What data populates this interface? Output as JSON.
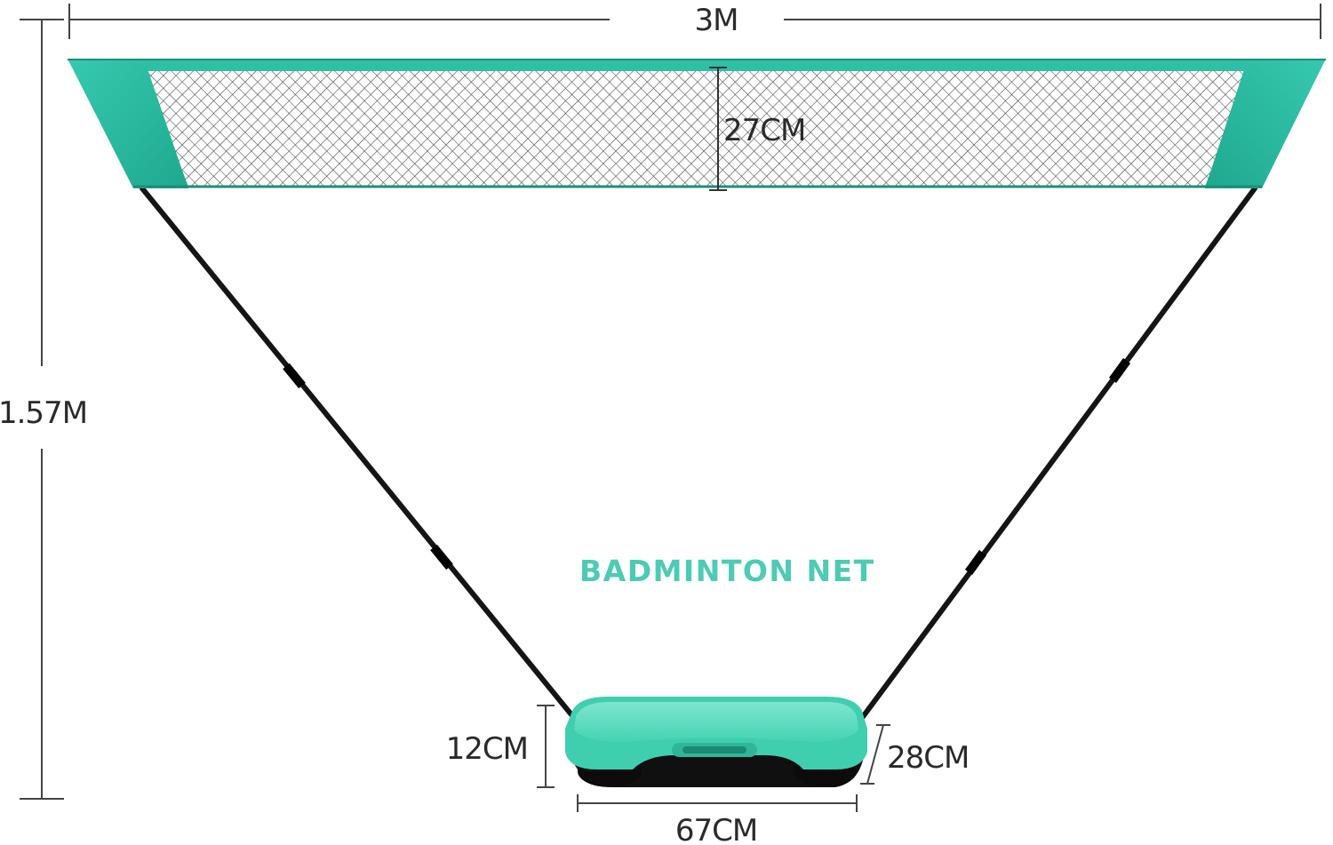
{
  "product": {
    "title": "BADMINTON NET",
    "accent_color": "#2ec4a5",
    "base_color": "#3bd1ad"
  },
  "dimensions": {
    "width": "3M",
    "height": "1.57M",
    "net_height": "27CM",
    "base_height": "12CM",
    "base_depth": "28CM",
    "base_width": "67CM"
  }
}
